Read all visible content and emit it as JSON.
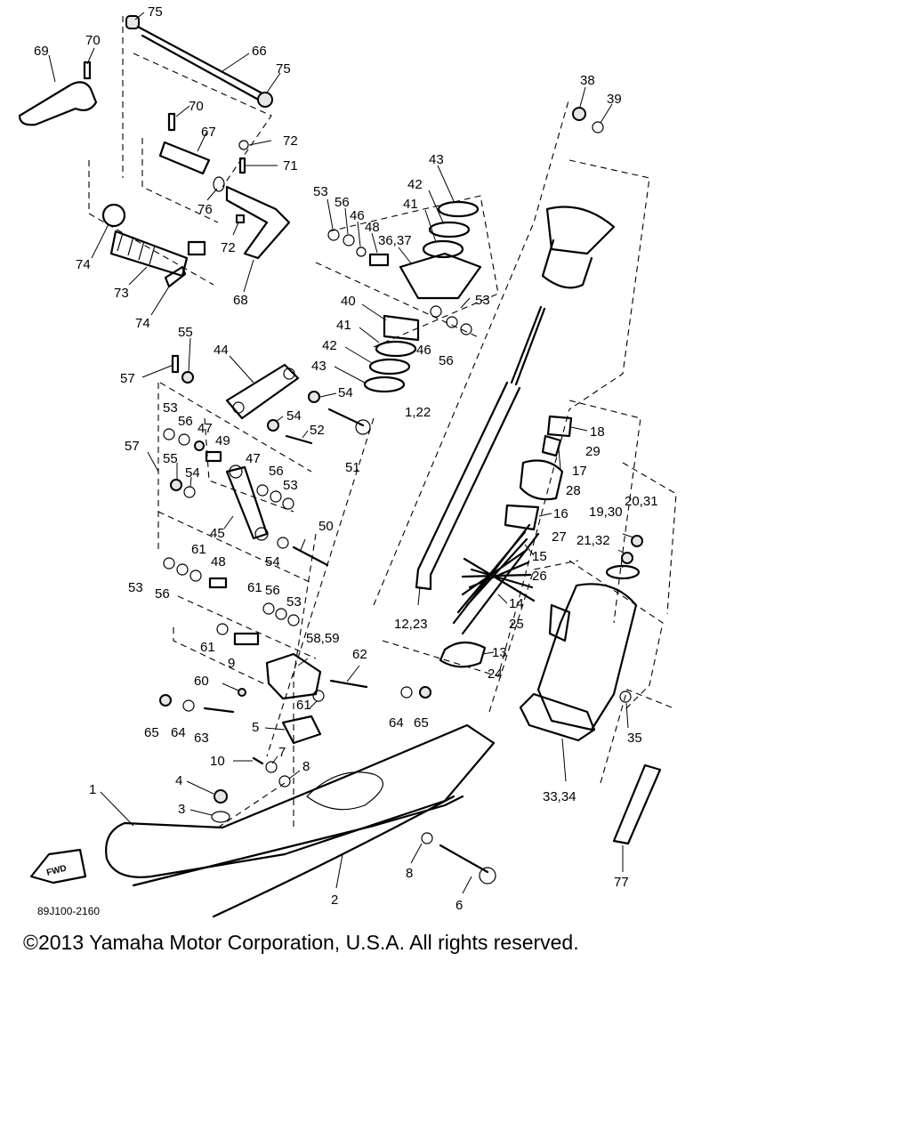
{
  "diagram": {
    "callouts": [
      {
        "id": "c75a",
        "text": "75"
      },
      {
        "id": "c69",
        "text": "69"
      },
      {
        "id": "c70a",
        "text": "70"
      },
      {
        "id": "c66",
        "text": "66"
      },
      {
        "id": "c75b",
        "text": "75"
      },
      {
        "id": "c70b",
        "text": "70"
      },
      {
        "id": "c67",
        "text": "67"
      },
      {
        "id": "c72a",
        "text": "72"
      },
      {
        "id": "c71",
        "text": "71"
      },
      {
        "id": "c76",
        "text": "76"
      },
      {
        "id": "c72b",
        "text": "72"
      },
      {
        "id": "c74a",
        "text": "74"
      },
      {
        "id": "c73",
        "text": "73"
      },
      {
        "id": "c74b",
        "text": "74"
      },
      {
        "id": "c68",
        "text": "68"
      },
      {
        "id": "c38",
        "text": "38"
      },
      {
        "id": "c39",
        "text": "39"
      },
      {
        "id": "c43a",
        "text": "43"
      },
      {
        "id": "c42a",
        "text": "42"
      },
      {
        "id": "c41a",
        "text": "41"
      },
      {
        "id": "c53a",
        "text": "53"
      },
      {
        "id": "c56a",
        "text": "56"
      },
      {
        "id": "c46a",
        "text": "46"
      },
      {
        "id": "c48a",
        "text": "48"
      },
      {
        "id": "c3637",
        "text": "36,37"
      },
      {
        "id": "c53b",
        "text": "53"
      },
      {
        "id": "c40",
        "text": "40"
      },
      {
        "id": "c41b",
        "text": "41"
      },
      {
        "id": "c42b",
        "text": "42"
      },
      {
        "id": "c43b",
        "text": "43"
      },
      {
        "id": "c46b",
        "text": "46"
      },
      {
        "id": "c56b",
        "text": "56"
      },
      {
        "id": "c122",
        "text": "1,22"
      },
      {
        "id": "c55a",
        "text": "55"
      },
      {
        "id": "c44",
        "text": "44"
      },
      {
        "id": "c57a",
        "text": "57"
      },
      {
        "id": "c54a",
        "text": "54"
      },
      {
        "id": "c53c",
        "text": "53"
      },
      {
        "id": "c56c",
        "text": "56"
      },
      {
        "id": "c47a",
        "text": "47"
      },
      {
        "id": "c49",
        "text": "49"
      },
      {
        "id": "c54b",
        "text": "54"
      },
      {
        "id": "c52",
        "text": "52"
      },
      {
        "id": "c51",
        "text": "51"
      },
      {
        "id": "c57b",
        "text": "57"
      },
      {
        "id": "c55b",
        "text": "55"
      },
      {
        "id": "c54c",
        "text": "54"
      },
      {
        "id": "c47b",
        "text": "47"
      },
      {
        "id": "c56d",
        "text": "56"
      },
      {
        "id": "c53d",
        "text": "53"
      },
      {
        "id": "c45",
        "text": "45"
      },
      {
        "id": "c50",
        "text": "50"
      },
      {
        "id": "c54d",
        "text": "54"
      },
      {
        "id": "c61a",
        "text": "61"
      },
      {
        "id": "c48b",
        "text": "48"
      },
      {
        "id": "c53e",
        "text": "53"
      },
      {
        "id": "c56e",
        "text": "56"
      },
      {
        "id": "c61b",
        "text": "61"
      },
      {
        "id": "c56f",
        "text": "56"
      },
      {
        "id": "c53f",
        "text": "53"
      },
      {
        "id": "c61c",
        "text": "61"
      },
      {
        "id": "c9",
        "text": "9"
      },
      {
        "id": "c5859",
        "text": "58,59"
      },
      {
        "id": "c62",
        "text": "62"
      },
      {
        "id": "c60",
        "text": "60"
      },
      {
        "id": "c61d",
        "text": "61"
      },
      {
        "id": "c65a",
        "text": "65"
      },
      {
        "id": "c64a",
        "text": "64"
      },
      {
        "id": "c63",
        "text": "63"
      },
      {
        "id": "c64b",
        "text": "64"
      },
      {
        "id": "c65b",
        "text": "65"
      },
      {
        "id": "c5",
        "text": "5"
      },
      {
        "id": "c10",
        "text": "10"
      },
      {
        "id": "c7",
        "text": "7"
      },
      {
        "id": "c8a",
        "text": "8"
      },
      {
        "id": "c4",
        "text": "4"
      },
      {
        "id": "c3",
        "text": "3"
      },
      {
        "id": "c1",
        "text": "1"
      },
      {
        "id": "c2",
        "text": "2"
      },
      {
        "id": "c8b",
        "text": "8"
      },
      {
        "id": "c6",
        "text": "6"
      },
      {
        "id": "c1223",
        "text": "12,23"
      },
      {
        "id": "c18",
        "text": "18"
      },
      {
        "id": "c29",
        "text": "29"
      },
      {
        "id": "c17",
        "text": "17"
      },
      {
        "id": "c28",
        "text": "28"
      },
      {
        "id": "c16",
        "text": "16"
      },
      {
        "id": "c27",
        "text": "27"
      },
      {
        "id": "c15",
        "text": "15"
      },
      {
        "id": "c26",
        "text": "26"
      },
      {
        "id": "c14",
        "text": "14"
      },
      {
        "id": "c25",
        "text": "25"
      },
      {
        "id": "c13",
        "text": "13"
      },
      {
        "id": "c24",
        "text": "24"
      },
      {
        "id": "c2031",
        "text": "20,31"
      },
      {
        "id": "c1930",
        "text": "19,30"
      },
      {
        "id": "c2132",
        "text": "21,32"
      },
      {
        "id": "c35",
        "text": "35"
      },
      {
        "id": "c3334",
        "text": "33,34"
      },
      {
        "id": "c77",
        "text": "77"
      }
    ],
    "fwd_label": "FWD",
    "drawing_code": "89J100-2160"
  },
  "footer": {
    "copyright": "©2013 Yamaha Motor Corporation, U.S.A. All rights reserved."
  }
}
